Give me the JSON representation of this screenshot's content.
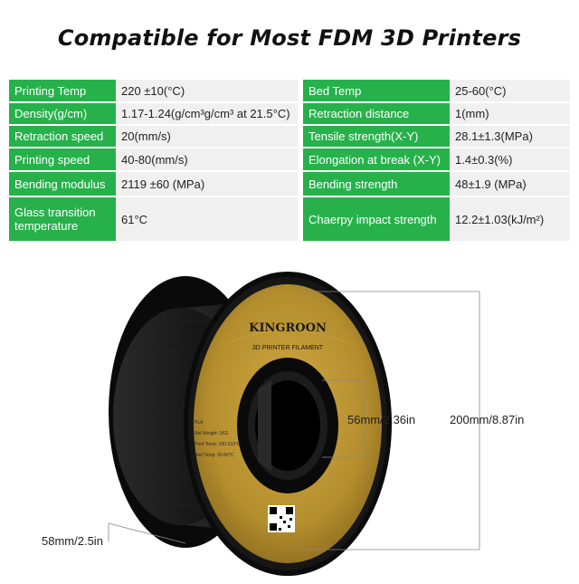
{
  "title": "Compatible for Most FDM 3D Printers",
  "specs": [
    {
      "l_label": "Printing Temp",
      "l_value": "220 ±10(°C)",
      "r_label": "Bed Temp",
      "r_value": "25-60(°C)"
    },
    {
      "l_label": "Density(g/cm)",
      "l_value": "1.17-1.24(g/cm³g/cm³ at 21.5°C)",
      "r_label": "Retraction distance",
      "r_value": "1(mm)"
    },
    {
      "l_label": "Retraction speed",
      "l_value": "20(mm/s)",
      "r_label": "Tensile strength(X-Y)",
      "r_value": "28.1±1.3(MPa)"
    },
    {
      "l_label": "Printing speed",
      "l_value": "40-80(mm/s)",
      "r_label": "Elongation at break (X-Y)",
      "r_value": "1.4±0.3(%)"
    },
    {
      "l_label": "Bending modulus",
      "l_value": "2119 ±60 (MPa)",
      "r_label": "Bending strength",
      "r_value": "48±1.9 (MPa)"
    },
    {
      "l_label": "Glass transition temperature",
      "l_value": "61°C",
      "r_label": "Chaerpy impact strength",
      "r_value": "12.2±1.03(kJ/m²)"
    }
  ],
  "spool": {
    "brand": "KINGROON",
    "subtitle": "3D PRINTER FILAMENT",
    "label_lines": [
      "PLA",
      "Net Weight: 1KG",
      "Print Temp: 190-210°C",
      "Bed Temp: 50-60°C"
    ],
    "colors": {
      "filament": "#1d1d1d",
      "flange": "#0b0b0b",
      "label_gold": "#b5902f"
    }
  },
  "dimensions": {
    "hub": "56mm/2.36in",
    "diameter": "200mm/8.87in",
    "width": "58mm/2.5in"
  }
}
